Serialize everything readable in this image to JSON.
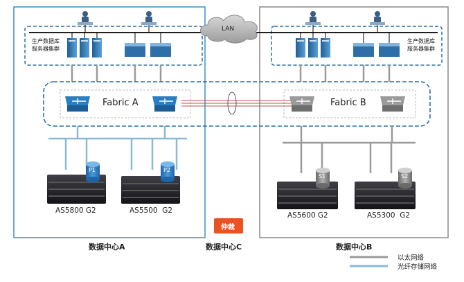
{
  "network": {
    "lan": "LAN"
  },
  "server_cluster": {
    "line1": "生产数据库",
    "line2": "服务器集群"
  },
  "fabrics": {
    "a": "Fabric A",
    "b": "Fabric B"
  },
  "storage": {
    "p1": {
      "model": "AS5800 G2",
      "volume": "P1"
    },
    "p2": {
      "model": "AS5500  G2",
      "volume": "P2"
    },
    "s1": {
      "model": "AS5600 G2",
      "volume": "S1"
    },
    "s2": {
      "model": "AS5300  G2",
      "volume": "S2"
    }
  },
  "datacenters": {
    "a": "数据中心A",
    "b": "数据中心B",
    "c": "数据中心C"
  },
  "arbitration": "仲裁",
  "legend": {
    "ethernet": "以太网络",
    "fiber": "光纤存储网络"
  },
  "colors": {
    "dc_a_frame": "#3b8fc4",
    "dc_b_frame": "#8a8a8a",
    "dashed_frame": "#2c6fa3",
    "ethernet": "#9a9a9a",
    "fiber": "#8ab8d8",
    "arbitration_bg": "#e8531f",
    "switch": "#2a7fc2",
    "switch_b": "#8e8e8e"
  }
}
